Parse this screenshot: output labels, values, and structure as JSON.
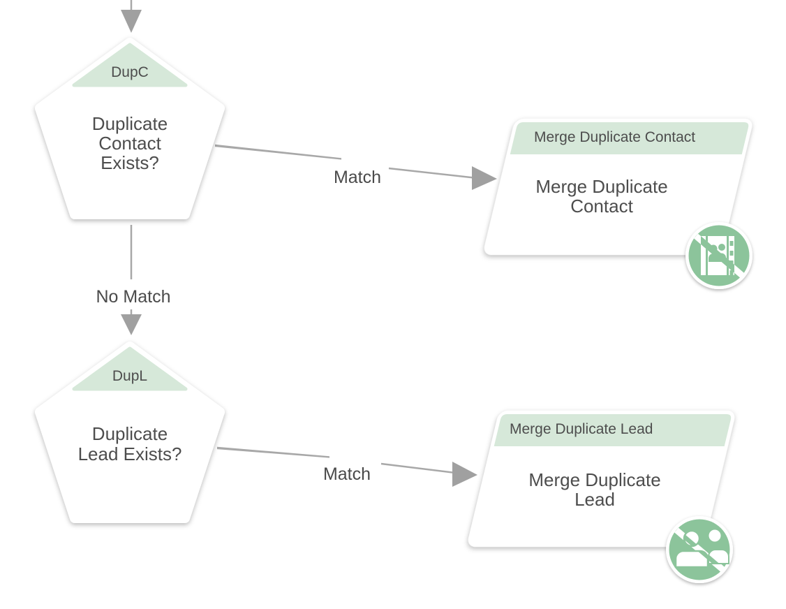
{
  "palette": {
    "background": "#ffffff",
    "node_fill": "#ffffff",
    "accent_mint": "#d6e8d9",
    "icon_green": "#8cc49b",
    "connector_gray": "#a8a8a8",
    "arrowhead_gray": "#a0a0a0",
    "text_color": "#4d4d4d"
  },
  "flow": {
    "decisions": [
      {
        "badge": "DupC",
        "label_lines": [
          "Duplicate",
          "Contact",
          "Exists?"
        ]
      },
      {
        "badge": "DupL",
        "label_lines": [
          "Duplicate",
          "Lead Exists?"
        ]
      }
    ],
    "actions": [
      {
        "header": "Merge Duplicate Contact",
        "body_lines": [
          "Merge Duplicate",
          "Contact"
        ],
        "icon": "contact-book-slash-icon"
      },
      {
        "header": "Merge Duplicate Lead",
        "body_lines": [
          "Merge Duplicate",
          "Lead"
        ],
        "icon": "lead-people-slash-icon"
      }
    ],
    "edges": [
      {
        "label": "Match",
        "from": "DupC",
        "to": "Merge Duplicate Contact"
      },
      {
        "label": "No Match",
        "from": "DupC",
        "to": "DupL"
      },
      {
        "label": "Match",
        "from": "DupL",
        "to": "Merge Duplicate Lead"
      }
    ]
  }
}
